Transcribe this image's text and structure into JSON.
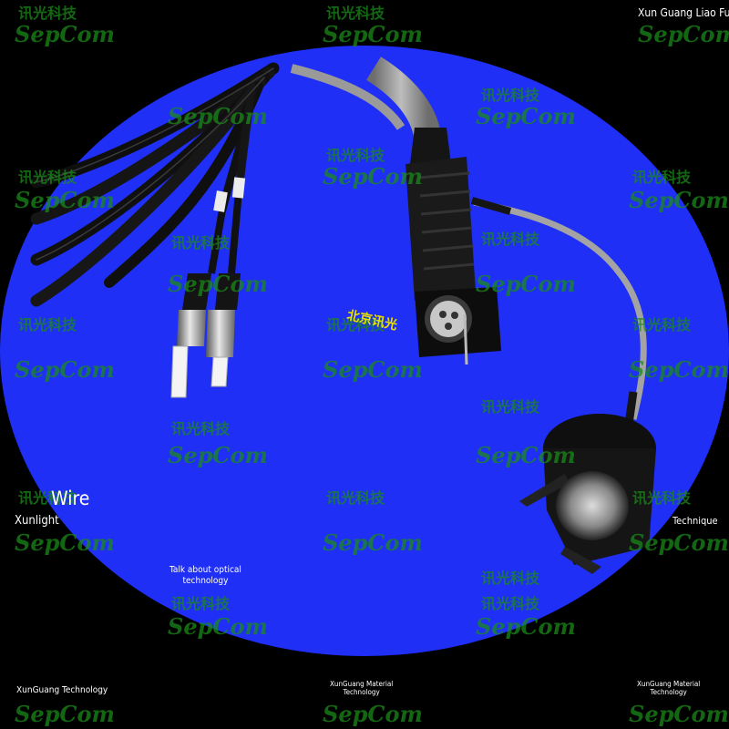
{
  "labels": {
    "top_right": "Xun Guang Liao Fu",
    "wire": "Wire",
    "xunlight": "Xunlight",
    "technique": "Technique",
    "talk_line1": "Talk about optical",
    "talk_line2": "technology",
    "bottom_left": "XunGuang Technology",
    "bottom_center_line1": "XunGuang Material",
    "bottom_center_line2": "Technology",
    "bottom_right_line1": "XunGuang Material",
    "bottom_right_line2": "Technology"
  },
  "product_stamp": "北京讯光",
  "watermark": {
    "cn": "讯光科技",
    "en": "SepCom"
  },
  "colors": {
    "background": "#000000",
    "ellipse_blue": "#1f2ff5",
    "cable_black": "#121212",
    "cable_grey": "#8e8e8e",
    "stamp_yellow": "#e8e000",
    "watermark_green": "#1a8a1a"
  }
}
